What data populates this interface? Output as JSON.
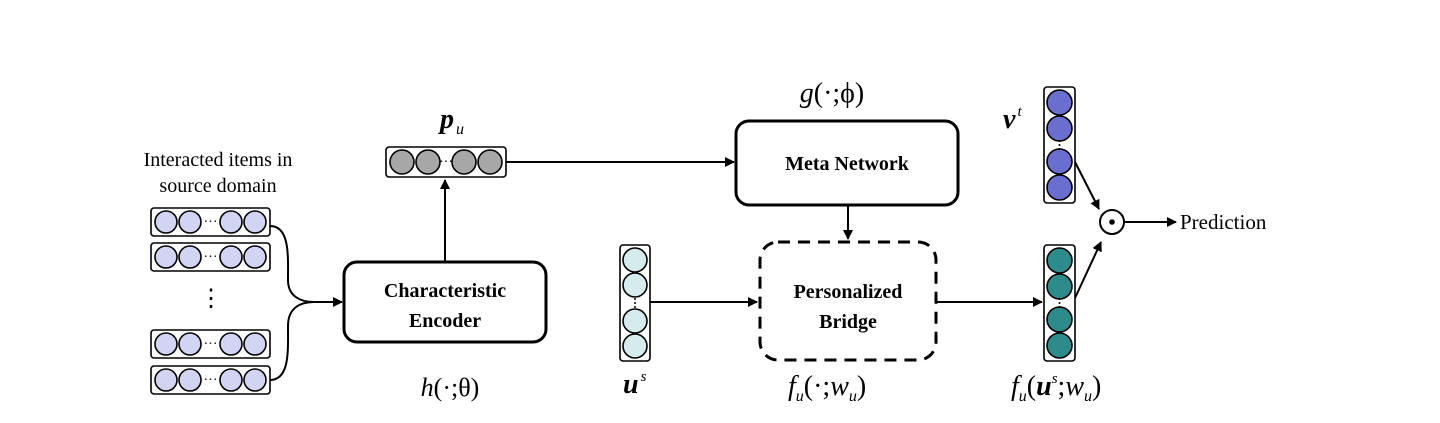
{
  "source_label": {
    "line1": "Interacted items in",
    "line2": "source domain"
  },
  "encoder": {
    "line1": "Characteristic",
    "line2": "Encoder",
    "func_label": {
      "name": "h",
      "args": "(·;θ)"
    }
  },
  "meta": {
    "label": "Meta Network",
    "func_label": {
      "name": "g",
      "args": "(·;ϕ)"
    }
  },
  "bridge": {
    "line1": "Personalized",
    "line2": "Bridge",
    "func_label": {
      "f": "f",
      "sub_u": "u",
      "open": "(·;",
      "w": "w",
      "sub_w": "u",
      "close": ")"
    }
  },
  "vectors": {
    "pu": {
      "name": "p",
      "sub": "u"
    },
    "us": {
      "name": "u",
      "sup": "s"
    },
    "vt": {
      "name": "v",
      "sup": "t"
    }
  },
  "output_label": {
    "f": "f",
    "sub_u": "u",
    "open": "(",
    "u": "u",
    "sup_s": "s",
    "mid": ";",
    "w": "w",
    "sub_w": "u",
    "close": ")"
  },
  "vertical_dots": "⋮",
  "horizontal_dots": "···",
  "prediction_label": "Prediction",
  "colors": {
    "source_circle": "#d2d4f4",
    "pu_circle": "#a7a7a7",
    "us_circle": "#d6ebee",
    "vt_circle": "#6a6fcf",
    "output_circle": "#2e8b8b",
    "stroke": "#000000"
  }
}
